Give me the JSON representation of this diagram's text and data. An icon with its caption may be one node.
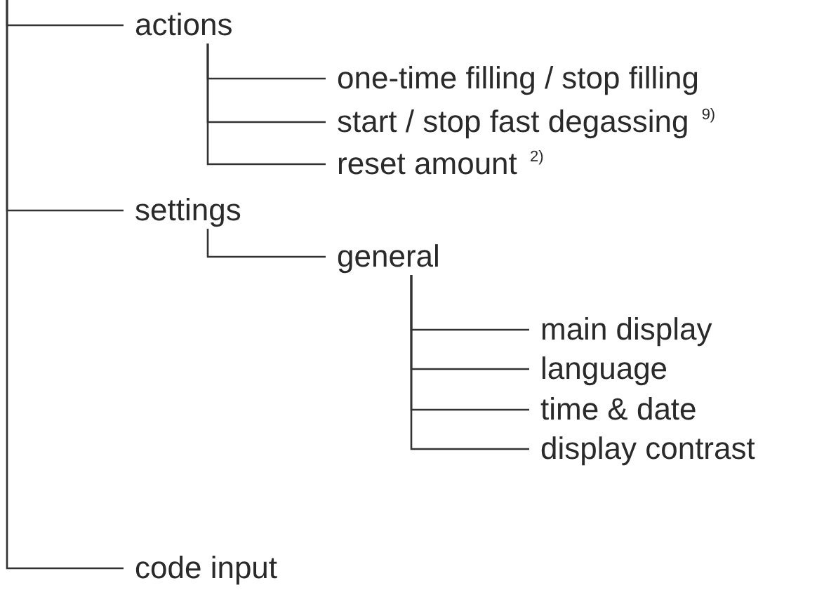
{
  "diagram": {
    "nodes": [
      {
        "text": [
          "actions"
        ]
      },
      {
        "text": [
          "one-time filling / stop filling"
        ]
      },
      {
        "text": [
          "start / stop fast degassing $^{9)}$"
        ]
      },
      {
        "text": [
          "reset amount $^{2)}$"
        ]
      },
      {
        "text": [
          "settings"
        ]
      },
      {
        "text": [
          "general"
        ]
      },
      {
        "text": [
          "main display"
        ]
      },
      {
        "text": [
          "language"
        ]
      },
      {
        "text": [
          "time & date"
        ]
      },
      {
        "text": [
          "display contrast"
        ]
      },
      {
        "text": [
          "code input"
        ]
      }
    ],
    "edges": [
      {
        "from": null,
        "to": 0,
        "arrow": "none"
      },
      {
        "from": 0,
        "to": 1,
        "arrow": "none"
      },
      {
        "from": 0,
        "to": 2,
        "arrow": "none"
      },
      {
        "from": 0,
        "to": 3,
        "arrow": "none"
      },
      {
        "from": null,
        "to": 4,
        "arrow": "none"
      },
      {
        "from": 4,
        "to": 5,
        "arrow": "none"
      },
      {
        "from": 5,
        "to": 6,
        "arrow": "none"
      },
      {
        "from": 5,
        "to": 7,
        "arrow": "none"
      },
      {
        "from": 5,
        "to": 8,
        "arrow": "none"
      },
      {
        "from": 5,
        "to": 9,
        "arrow": "none"
      },
      {
        "from": null,
        "to": 10,
        "arrow": "none"
      }
    ]
  }
}
